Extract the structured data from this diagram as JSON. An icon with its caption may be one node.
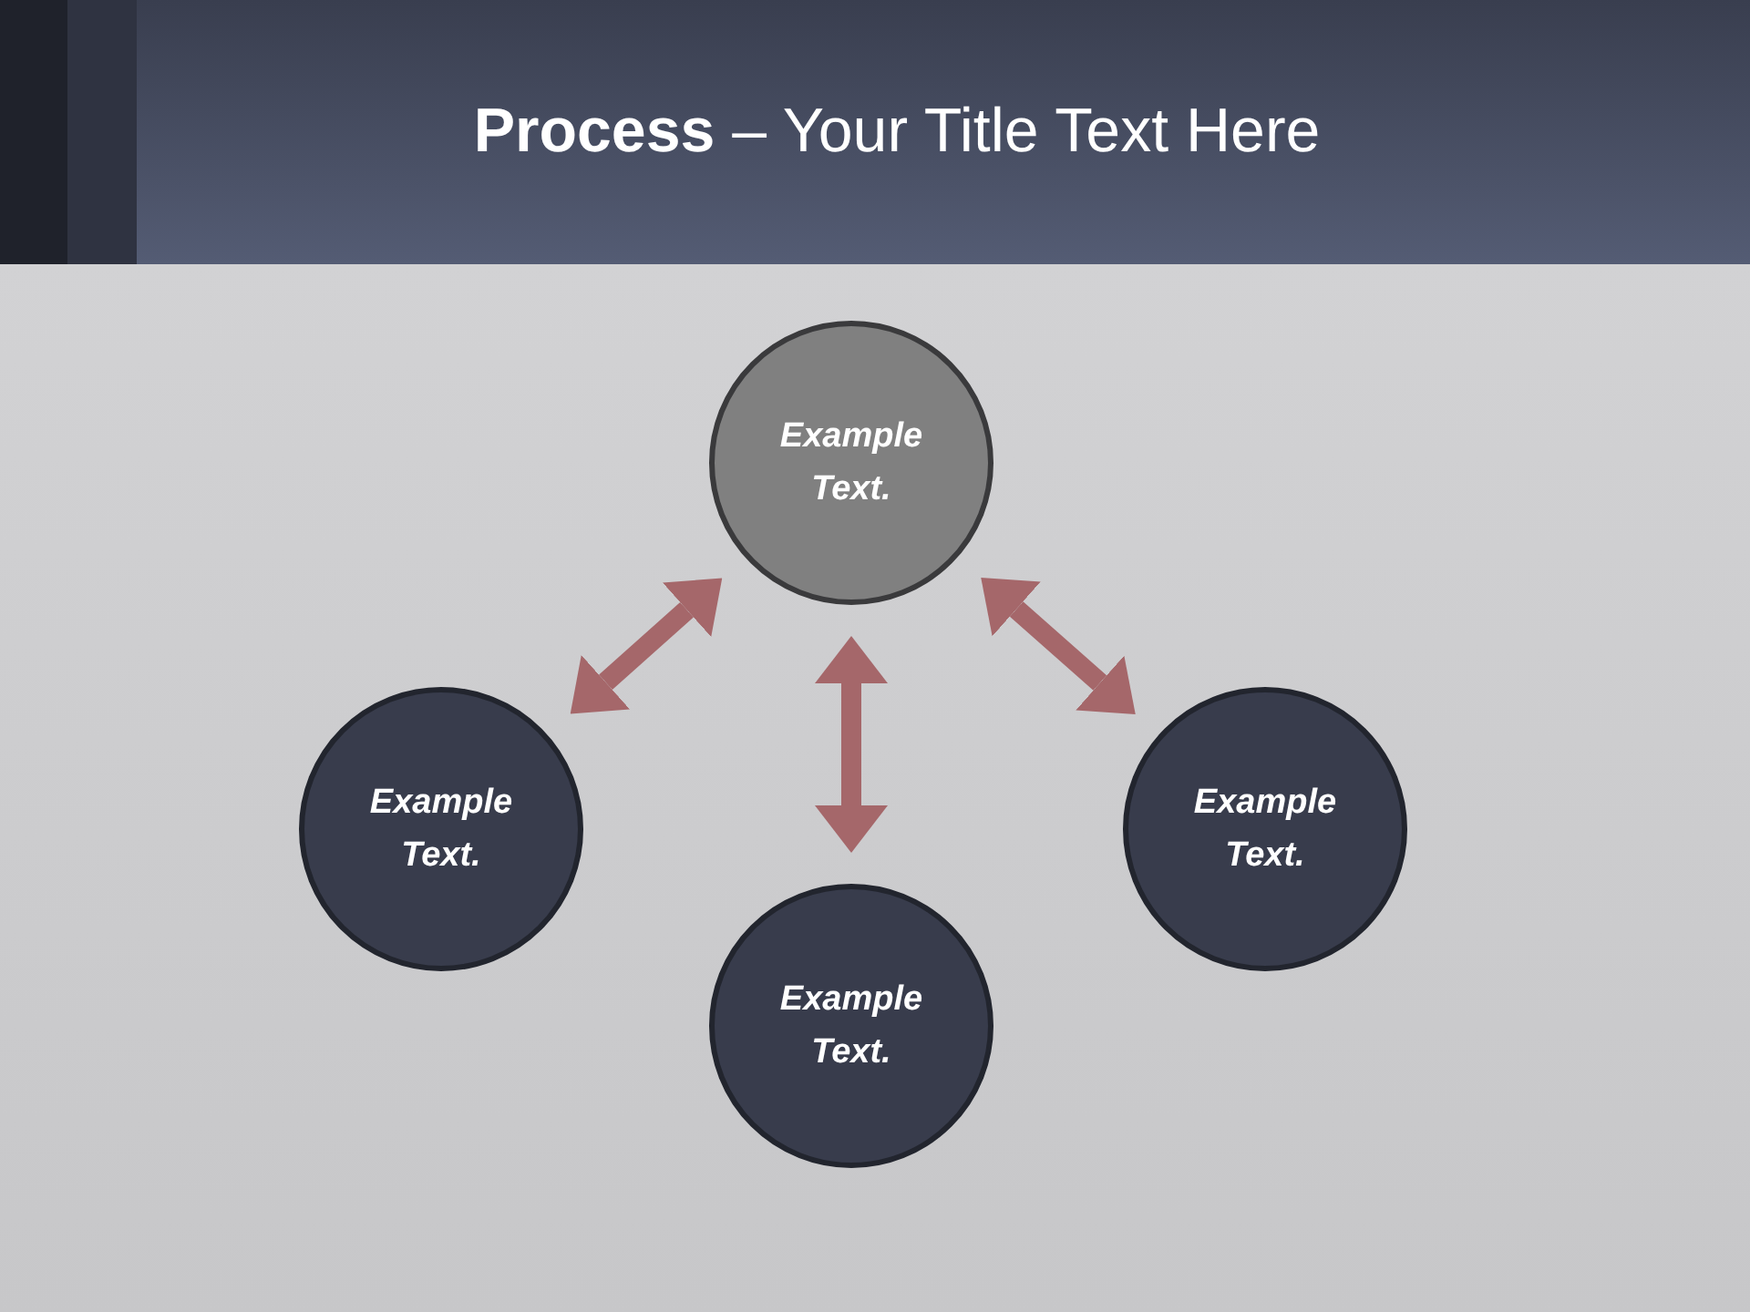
{
  "diagram": {
    "title": "**Process** – Your Title Text Here",
    "nodes": [
      {
        "text": [
          "Example Text."
        ]
      },
      {
        "text": [
          "Example Text."
        ]
      },
      {
        "text": [
          "Example Text."
        ]
      },
      {
        "text": [
          "Example Text."
        ]
      }
    ],
    "edges": [
      {
        "from": 0,
        "to": 1,
        "arrow": "both"
      },
      {
        "from": 0,
        "to": 3,
        "arrow": "both"
      },
      {
        "from": 0,
        "to": 2,
        "arrow": "both"
      }
    ]
  }
}
